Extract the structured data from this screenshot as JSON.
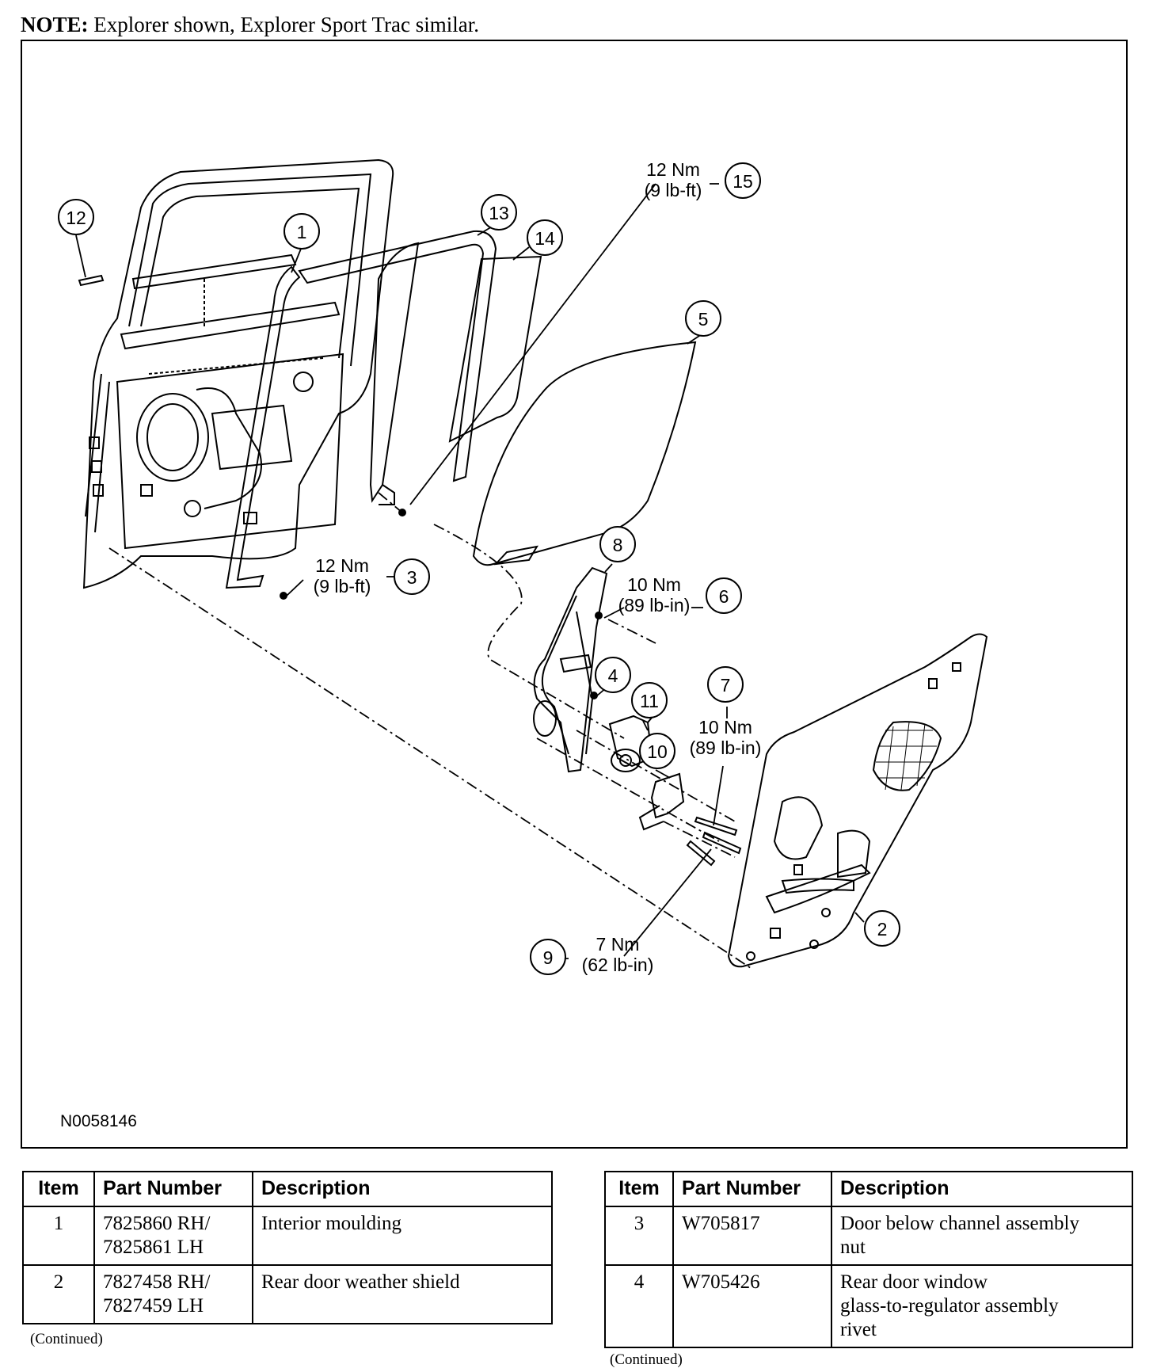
{
  "note": {
    "label": "NOTE:",
    "text": " Explorer shown, Explorer Sport Trac similar."
  },
  "figure": {
    "id": "N0058146",
    "callouts": {
      "c1": "1",
      "c2": "2",
      "c3": "3",
      "c4": "4",
      "c5": "5",
      "c6": "6",
      "c7": "7",
      "c8": "8",
      "c9": "9",
      "c10": "10",
      "c11": "11",
      "c12": "12",
      "c13": "13",
      "c14": "14",
      "c15": "15"
    },
    "torques": {
      "t15_a": "12 Nm",
      "t15_b": "(9 lb-ft)",
      "t3_a": "12 Nm",
      "t3_b": "(9 lb-ft)",
      "t6_a": "10 Nm",
      "t6_b": "(89 lb-in)",
      "t7_a": "10 Nm",
      "t7_b": "(89 lb-in)",
      "t9_a": "7 Nm",
      "t9_b": "(62 lb-in)"
    }
  },
  "table_left": {
    "headers": {
      "item": "Item",
      "part": "Part Number",
      "desc": "Description"
    },
    "rows": [
      {
        "item": "1",
        "part_1": "7825860 RH/",
        "part_2": "7825861 LH",
        "desc": "Interior moulding"
      },
      {
        "item": "2",
        "part_1": "7827458 RH/",
        "part_2": "7827459 LH",
        "desc": "Rear door weather shield"
      }
    ],
    "continued": "(Continued)"
  },
  "table_right": {
    "headers": {
      "item": "Item",
      "part": "Part Number",
      "desc": "Description"
    },
    "rows": [
      {
        "item": "3",
        "part": "W705817",
        "desc_1": "Door below channel assembly",
        "desc_2": "nut",
        "desc_3": ""
      },
      {
        "item": "4",
        "part": "W705426",
        "desc_1": "Rear door window",
        "desc_2": "glass-to-regulator assembly",
        "desc_3": "rivet"
      }
    ],
    "continued": "(Continued)"
  }
}
